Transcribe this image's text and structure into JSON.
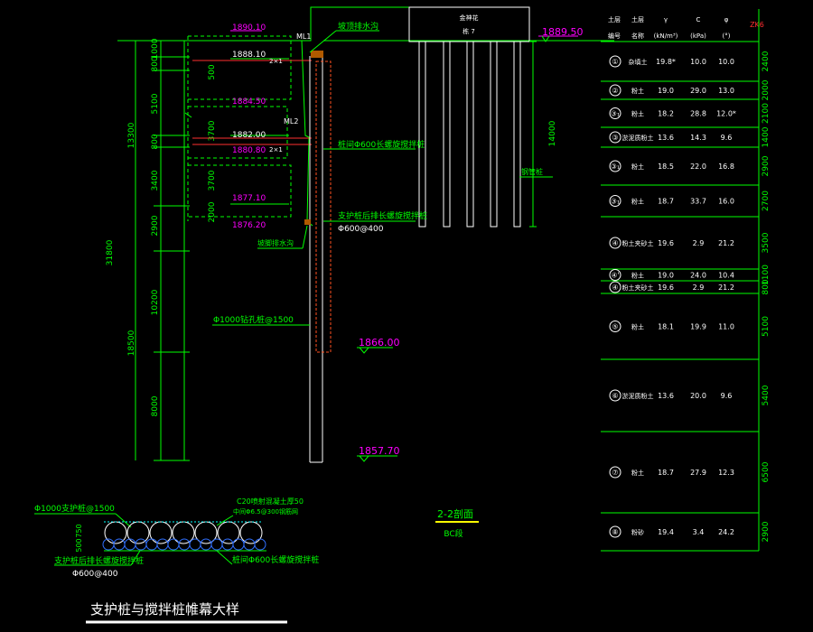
{
  "elevations": {
    "ground_right": "1889.50",
    "e1890": "1890.10",
    "e1888": "1888.10",
    "e1884": "1884.50",
    "e1882": "1882.00",
    "e1880": "1880.80",
    "e1877": "1877.10",
    "e1876": "1876.20",
    "e1866": "1866.00",
    "e1857": "1857.70"
  },
  "labels": {
    "ml1": "ML1",
    "ml2": "ML2",
    "crown_drain": "坡顶排水沟",
    "foot_drain": "坡脚排水沟",
    "interpile": "桩间Φ600长螺旋搅拌桩",
    "behind_pile": "支护桩后排长螺旋搅拌桩",
    "behind_pile_spec": "Φ600@400",
    "main_pile": "Φ1000钻孔桩@1500",
    "steel_pipe_pile": "钢管桩",
    "building_line1": "金神花",
    "building_line2": "栋 7",
    "dim_pile_len": "14000",
    "dim_small1": "2×1",
    "dim_small2": "2×1",
    "section_title": "2-2剖面",
    "section_sub": "BC段",
    "zkno": "ZK6"
  },
  "left_dims": {
    "outer": [
      "1000",
      "800",
      "5100",
      "800",
      "3400",
      "2900",
      "10200",
      "8000"
    ],
    "mid": [
      "13300",
      "18500"
    ],
    "total": "31800",
    "inner": [
      "500",
      "3700",
      "3700",
      "2000"
    ]
  },
  "table": {
    "headers": {
      "h1a": "土层",
      "h1b": "编号",
      "h2a": "土层",
      "h2b": "名称",
      "h3a": "γ",
      "h3b": "(kN/m³)",
      "h4a": "C",
      "h4b": "(kPa)",
      "h5a": "φ",
      "h5b": "(°)"
    },
    "rows": [
      {
        "no": "①",
        "name": "杂填土",
        "g": "19.8*",
        "c": "10.0",
        "phi": "10.0",
        "h": "2400"
      },
      {
        "no": "②",
        "name": "粉土",
        "g": "19.0",
        "c": "29.0",
        "phi": "13.0",
        "h": "2000"
      },
      {
        "no": "③₁",
        "name": "粉土",
        "g": "18.2",
        "c": "28.8",
        "phi": "12.0*",
        "h": "2100"
      },
      {
        "no": "③",
        "name": "淤泥质粉土",
        "g": "13.6",
        "c": "14.3",
        "phi": "9.6",
        "h": "1400"
      },
      {
        "no": "③₁",
        "name": "粉土",
        "g": "18.5",
        "c": "22.0",
        "phi": "16.8",
        "h": "2900"
      },
      {
        "no": "③₁",
        "name": "粉土",
        "g": "18.7",
        "c": "33.7",
        "phi": "16.0",
        "h": "2700"
      },
      {
        "no": "④",
        "name": "粉土夹砂土",
        "g": "19.6",
        "c": "2.9",
        "phi": "21.2",
        "h": "3500"
      },
      {
        "no": "④'",
        "name": "粉土",
        "g": "19.0",
        "c": "24.0",
        "phi": "10.4",
        "h": "1100"
      },
      {
        "no": "④",
        "name": "粉土夹砂土",
        "g": "19.6",
        "c": "2.9",
        "phi": "21.2",
        "h": "800"
      },
      {
        "no": "⑤",
        "name": "粉土",
        "g": "18.1",
        "c": "19.9",
        "phi": "11.0",
        "h": "5100"
      },
      {
        "no": "⑥",
        "name": "淤泥质粉土",
        "g": "13.6",
        "c": "20.0",
        "phi": "9.6",
        "h": "5400"
      },
      {
        "no": "⑦",
        "name": "粉土",
        "g": "18.7",
        "c": "27.9",
        "phi": "12.3",
        "h": "6500"
      },
      {
        "no": "⑧",
        "name": "粉砂",
        "g": "19.4",
        "c": "3.4",
        "phi": "24.2",
        "h": "2900"
      }
    ]
  },
  "plan_detail": {
    "pile_label": "Φ1000支护桩@1500",
    "dim1": "500",
    "dim2": "750",
    "concrete": "C20喷射混凝土厚50",
    "mesh": "中间Φ6.5@300钢筋网",
    "behind": "支护桩后排长螺旋搅拌桩",
    "behind_spec": "Φ600@400",
    "interpile": "桩间Φ600长螺旋搅拌桩"
  },
  "main_title": "支护桩与搅拌桩帷幕大样",
  "colors": {
    "green": "#00ff00",
    "white": "#ffffff",
    "magenta": "#ff00ff",
    "red": "#ff3030",
    "yellow": "#ffff00",
    "cyan": "#00ffff",
    "blue": "#3070ff",
    "orange": "#d07000"
  }
}
